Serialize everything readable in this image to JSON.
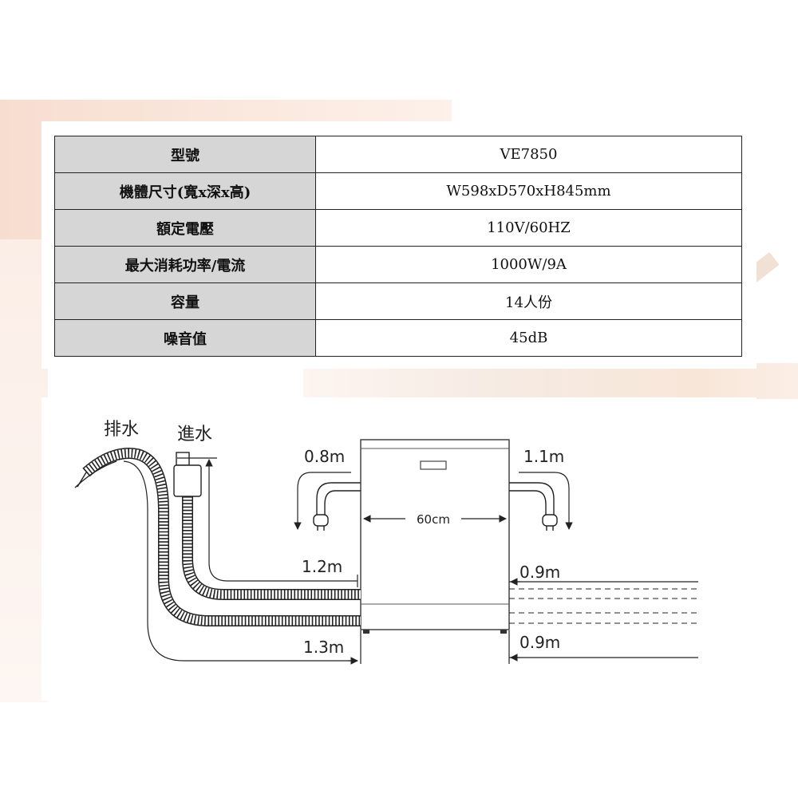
{
  "spec_table": {
    "rows": [
      {
        "label": "型號",
        "value": "VE7850"
      },
      {
        "label": "機體尺寸(寬x深x高)",
        "value": "W598xD570xH845mm"
      },
      {
        "label": "額定電壓",
        "value": "110V/60HZ"
      },
      {
        "label": "最大消耗功率/電流",
        "value": "1000W/9A"
      },
      {
        "label": "容量",
        "value": "14人份"
      },
      {
        "label": "噪音值",
        "value": "45dB"
      }
    ]
  },
  "diagram": {
    "drain_label": "排水",
    "inlet_label": "進水",
    "power_left": "0.8m",
    "power_right": "1.1m",
    "width_label": "60cm",
    "inlet_hose": "1.2m",
    "drain_hose": "1.3m",
    "right_upper": "0.9m",
    "right_lower": "0.9m"
  },
  "colors": {
    "line": "#222222",
    "header_fill": "#d6d6d6",
    "background_tint": "#f7ddd0"
  }
}
